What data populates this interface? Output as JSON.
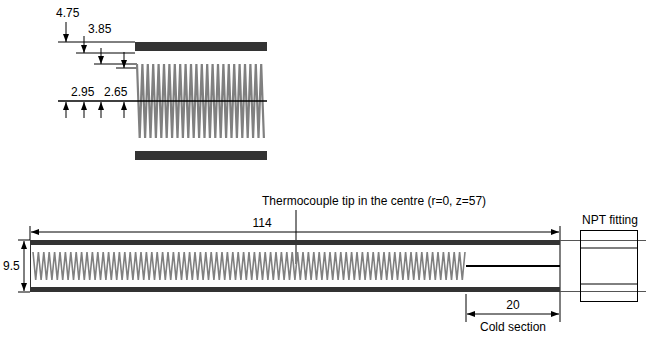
{
  "diagram": {
    "nodes": [
      {
        "text": [
          "NPT fitting"
        ]
      }
    ],
    "labels": [
      "4.75",
      "3.85",
      "2.95",
      "2.65",
      "Thermocouple tip in the centre (r=0, z=57)",
      "114",
      "9.5",
      "20",
      "Cold section"
    ]
  }
}
